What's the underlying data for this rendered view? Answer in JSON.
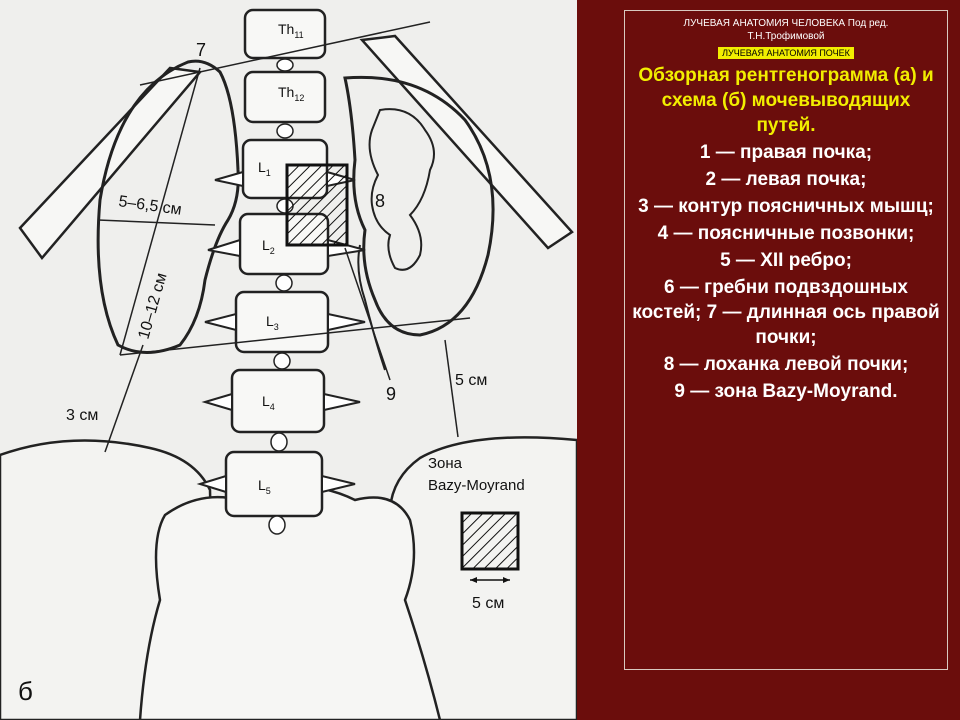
{
  "figure": {
    "vertebrae": [
      "Th",
      "Th",
      "L",
      "L",
      "L",
      "L",
      "L"
    ],
    "vertebra_subscripts": [
      "11",
      "12",
      "1",
      "2",
      "3",
      "4",
      "5"
    ],
    "labels": {
      "n7": "7",
      "n8": "8",
      "n9": "9",
      "dim_5_65": "5–6,5 см",
      "dim_10_12": "10–12 см",
      "dim_3cm": "3 см",
      "dim_5cm_right": "5 см",
      "zone_line1": "Зона",
      "zone_line2": "Bazy-Moyrand",
      "dim_5cm_box": "5 см",
      "panel_letter": "б"
    }
  },
  "panel": {
    "source_line1": "ЛУЧЕВАЯ АНАТОМИЯ ЧЕЛОВЕКА Под ред.",
    "source_line2": "Т.Н.Трофимовой",
    "section_title": "ЛУЧЕВАЯ АНАТОМИЯ ПОЧЕК",
    "caption_title": "Обзорная рентгенограмма (а) и схема (б) мочевыводящих путей.",
    "items": [
      "1 — правая почка;",
      "2 — левая почка;",
      "3 — контур поясничных мышц;",
      "4 — поясничные позвонки;",
      "5 — XII ребро;",
      "6 — гребни подвздошных костей; 7 — длинная ось правой почки;",
      "8 — лоханка левой почки;",
      "9 — зона Bazy-Moyrand."
    ]
  },
  "colors": {
    "background": "#6b0d0c",
    "figure_bg": "#efefed",
    "caption_title": "#f2ee00",
    "section_title_bg": "#f2ee00",
    "text": "#ffffff"
  }
}
